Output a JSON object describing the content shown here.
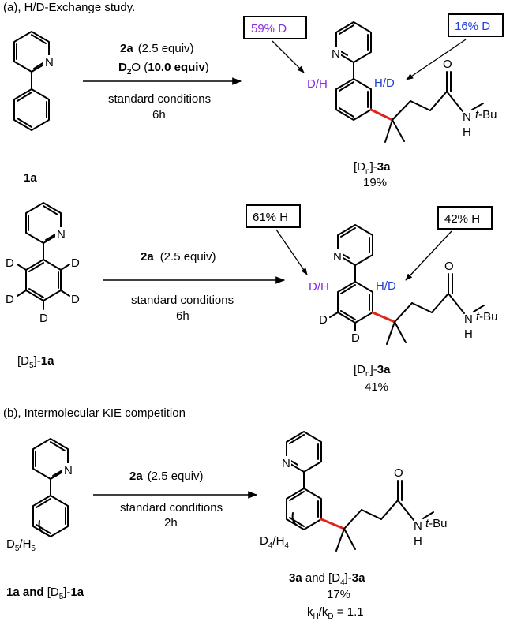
{
  "section_a": {
    "heading": "(a),  H/D-Exchange study.",
    "rxn1": {
      "reagent_bold": "2a",
      "reagent_rest": "(2.5 equiv)",
      "reagent2": "D",
      "reagent2_sub": "2",
      "reagent2_o": "O (",
      "reagent2_bold": "10.0 equiv",
      "reagent2_close": ")",
      "cond1": "standard conditions",
      "cond2": "6h",
      "sm_label": "1a",
      "product_label_pre": "[D",
      "product_label_sub": "n",
      "product_label_post": "]-",
      "product_label_bold": "3a",
      "yield": "19%",
      "box_left": "59% D",
      "box_right": "16% D",
      "site_left": "D/H",
      "site_right": "H/D",
      "box_left_color": "#8a2be2",
      "box_right_color": "#1f3fd6"
    },
    "rxn2": {
      "reagent_bold": "2a",
      "reagent_rest": "(2.5 equiv)",
      "cond1": "standard conditions",
      "cond2": "6h",
      "sm_label_pre": "[D",
      "sm_label_sub": "5",
      "sm_label_post": "]-",
      "sm_label_bold": "1a",
      "product_label_pre": "[D",
      "product_label_sub": "n",
      "product_label_post": "]-",
      "product_label_bold": "3a",
      "yield": "41%",
      "box_left": "61% H",
      "box_right": "42% H",
      "site_left": "D/H",
      "site_right": "H/D"
    }
  },
  "section_b": {
    "heading": "(b), Intermolecular KIE competition",
    "reagent_bold": "2a",
    "reagent_rest": "(2.5 equiv)",
    "cond1": "standard conditions",
    "cond2": "2h",
    "sm_sub_label": "D",
    "sm_sub_5": "5",
    "sm_sub_H": "/H",
    "sm_sub_5b": "5",
    "prod_sub_label": "D",
    "prod_sub_4": "4",
    "prod_sub_H": "/H",
    "prod_sub_4b": "4",
    "sm_label_bold": "1a and",
    "sm_label_pre": " [D",
    "sm_label_sub": "5",
    "sm_label_post": "]-",
    "sm_label_bold2": "1a",
    "product_label_bold": "3a",
    "product_label_mid": " and [D",
    "product_label_sub": "4",
    "product_label_post": "]-",
    "product_label_bold2": "3a",
    "yield": "17%",
    "kie_k": "k",
    "kie_h": "H",
    "kie_slash": "/k",
    "kie_d": "D",
    "kie_val": " = 1.1"
  },
  "atoms": {
    "N": "N",
    "O": "O",
    "D": "D",
    "NH_N": "N",
    "NH_H": "H",
    "tBu": "t",
    "tBu_rest": "-Bu"
  }
}
